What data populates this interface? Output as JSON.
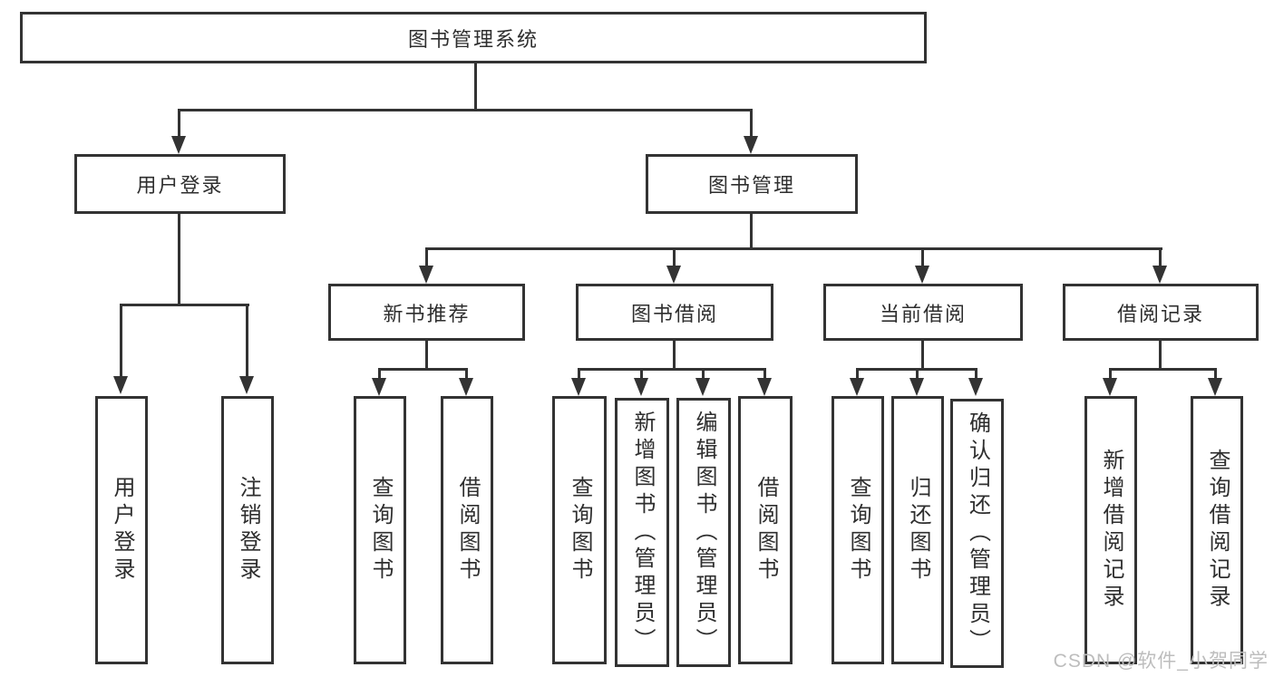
{
  "diagram": {
    "type": "hierarchy-tree",
    "colors": {
      "line": "#333333",
      "text": "#2e2e2e",
      "background": "#ffffff",
      "watermark": "#bdbdbd"
    },
    "tree": {
      "root": {
        "label": "图书管理系统"
      },
      "branches": [
        {
          "label": "用户登录",
          "children": [
            {
              "label": "用户登录"
            },
            {
              "label": "注销登录"
            }
          ]
        },
        {
          "label": "图书管理",
          "children": [
            {
              "label": "新书推荐",
              "children": [
                {
                  "label": "查询图书"
                },
                {
                  "label": "借阅图书"
                }
              ]
            },
            {
              "label": "图书借阅",
              "children": [
                {
                  "label": "查询图书"
                },
                {
                  "label": "新增图书（管理员）"
                },
                {
                  "label": "编辑图书（管理员）"
                },
                {
                  "label": "借阅图书"
                }
              ]
            },
            {
              "label": "当前借阅",
              "children": [
                {
                  "label": "查询图书"
                },
                {
                  "label": "归还图书"
                },
                {
                  "label": "确认归还（管理员）"
                }
              ]
            },
            {
              "label": "借阅记录",
              "children": [
                {
                  "label": "新增借阅记录"
                },
                {
                  "label": "查询借阅记录"
                }
              ]
            }
          ]
        }
      ]
    },
    "watermark": "CSDN @软件_小贺同学"
  }
}
